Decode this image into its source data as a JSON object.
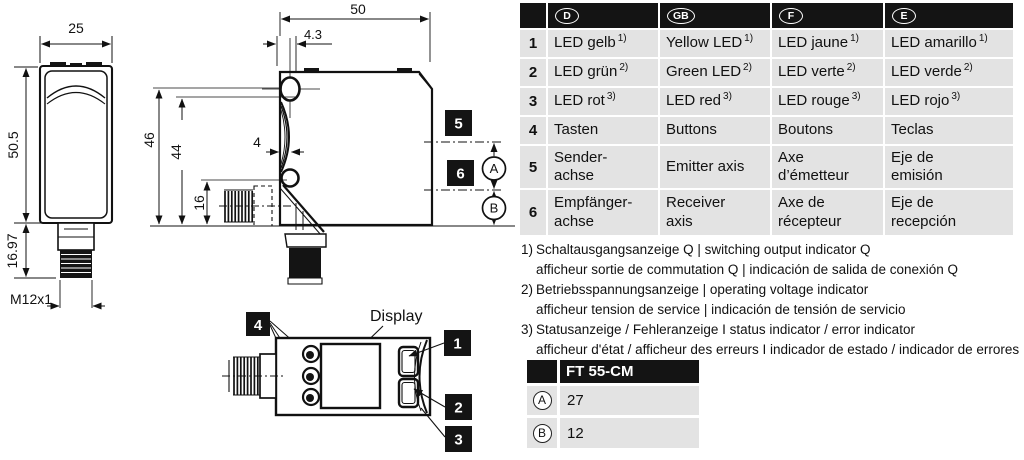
{
  "drawings": {
    "front_view": {
      "dim_width": "25",
      "dim_body_height": "50.5",
      "dim_connector_height": "16.97",
      "thread_label": "M12x1"
    },
    "side_view": {
      "dim_width": "50",
      "dim_hole_offset": "4.3",
      "dim_height_outer": "46",
      "dim_height_inner": "44",
      "dim_lens": "4",
      "dim_connector": "16",
      "callout_emitter_axis": "5",
      "callout_receiver_axis": "6",
      "axis_a": "A",
      "axis_b": "B"
    },
    "bottom_view": {
      "callout_buttons": "4",
      "display_label": "Display",
      "callout_led_yellow": "1",
      "callout_led_green": "2",
      "callout_led_red": "3"
    }
  },
  "legend_table": {
    "headers": [
      {
        "lang": "D"
      },
      {
        "lang": "GB"
      },
      {
        "lang": "F"
      },
      {
        "lang": "E"
      }
    ],
    "rows": [
      {
        "num": "1",
        "cells": [
          {
            "text": "LED gelb",
            "sup": "1)"
          },
          {
            "text": "Yellow LED",
            "sup": "1)"
          },
          {
            "text": "LED jaune",
            "sup": "1)"
          },
          {
            "text": "LED amarillo",
            "sup": "1)"
          }
        ]
      },
      {
        "num": "2",
        "cells": [
          {
            "text": "LED grün",
            "sup": "2)"
          },
          {
            "text": "Green LED",
            "sup": "2)"
          },
          {
            "text": "LED verte",
            "sup": "2)"
          },
          {
            "text": "LED verde",
            "sup": "2)"
          }
        ]
      },
      {
        "num": "3",
        "cells": [
          {
            "text": "LED rot",
            "sup": "3)"
          },
          {
            "text": "LED red",
            "sup": "3)"
          },
          {
            "text": "LED rouge",
            "sup": "3)"
          },
          {
            "text": "LED rojo",
            "sup": "3)"
          }
        ]
      },
      {
        "num": "4",
        "cells": [
          {
            "text": "Tasten"
          },
          {
            "text": "Buttons"
          },
          {
            "text": "Boutons"
          },
          {
            "text": "Teclas"
          }
        ]
      },
      {
        "num": "5",
        "cells": [
          {
            "text": "Sender-\nachse"
          },
          {
            "text": "Emitter axis"
          },
          {
            "text": "Axe\nd’émetteur"
          },
          {
            "text": "Eje de\nemisión"
          }
        ]
      },
      {
        "num": "6",
        "cells": [
          {
            "text": "Empfänger-\nachse"
          },
          {
            "text": "Receiver\naxis"
          },
          {
            "text": "Axe de\nrécepteur"
          },
          {
            "text": "Eje de\nrecepción"
          }
        ]
      }
    ]
  },
  "footnotes": [
    {
      "marker": "1)",
      "line1": "Schaltausgangsanzeige Q | switching output indicator Q",
      "line2": "afficheur sortie de commutation Q | indicación de salida de conexión Q"
    },
    {
      "marker": "2)",
      "line1": "Betriebsspannungsanzeige | operating voltage indicator",
      "line2": "afficheur tension de service | indicación de tensión de servicio"
    },
    {
      "marker": "3)",
      "line1": "Statusanzeige / Fehleranzeige I status indicator / error indicator",
      "line2": "afficheur d'état / afficheur des erreurs I indicador de estado / indicador de errores"
    }
  ],
  "spec_table": {
    "model": "FT 55-CM",
    "rows": [
      {
        "key": "A",
        "value": "27"
      },
      {
        "key": "B",
        "value": "12"
      }
    ]
  },
  "colors": {
    "row_bg": "#e3e3e3",
    "header_bg": "#141414"
  }
}
